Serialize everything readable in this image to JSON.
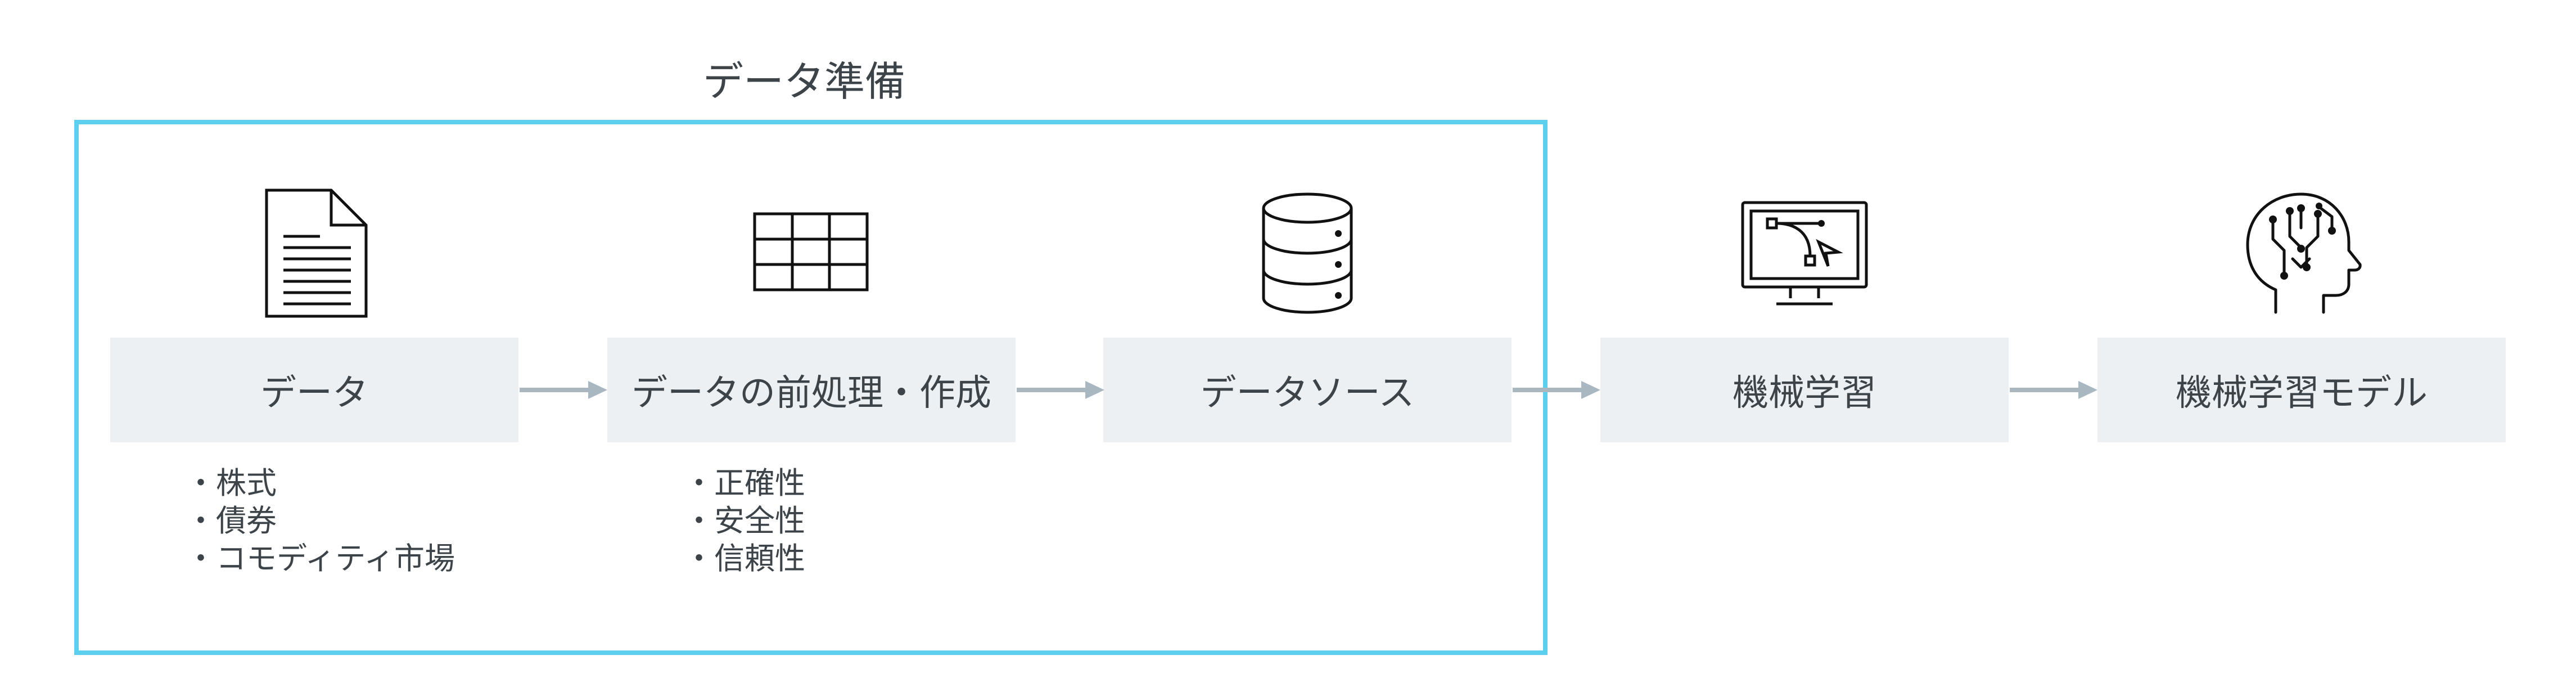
{
  "group": {
    "title": "データ準備"
  },
  "steps": [
    {
      "label": "データ",
      "icon": "document-icon"
    },
    {
      "label": "データの前処理・作成",
      "icon": "table-grid-icon"
    },
    {
      "label": "データソース",
      "icon": "database-icon"
    },
    {
      "label": "機械学習",
      "icon": "monitor-vector-icon"
    },
    {
      "label": "機械学習モデル",
      "icon": "ai-head-icon"
    }
  ],
  "bullets": [
    [
      "・株式",
      "・債券",
      "・コモディティ市場"
    ],
    [
      "・正確性",
      "・安全性",
      "・信頼性"
    ]
  ],
  "colors": {
    "frame": "#5ccfee",
    "box": "#edf0f2",
    "arrow": "#a9b7c1",
    "text": "#3d4449"
  }
}
